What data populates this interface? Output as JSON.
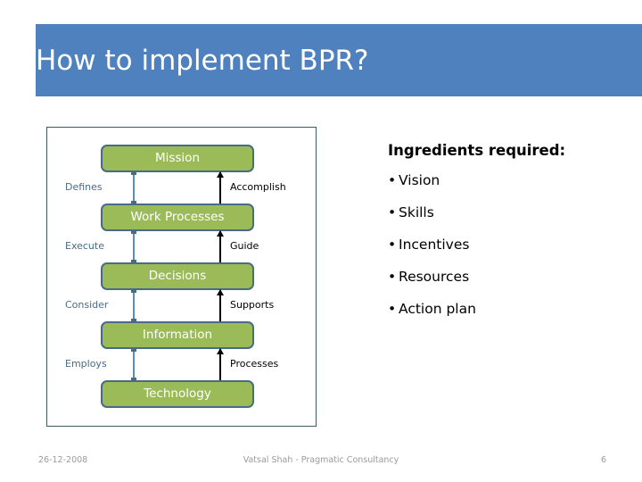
{
  "slide": {
    "title": "How to implement BPR?",
    "accent_color": "#4E81BD",
    "box_fill_color": "#9BBB59",
    "box_border_color": "#4A6B85",
    "left_label_color": "#4A6B85",
    "right_label_color": "#000000",
    "frame_border_color": "#3F5A66"
  },
  "diagram": {
    "boxes": [
      {
        "label": "Mission"
      },
      {
        "label": "Work Processes"
      },
      {
        "label": "Decisions"
      },
      {
        "label": "Information"
      },
      {
        "label": "Technology"
      }
    ],
    "left_labels": [
      {
        "label": "Defines"
      },
      {
        "label": "Execute"
      },
      {
        "label": "Consider"
      },
      {
        "label": "Employs"
      }
    ],
    "right_labels": [
      {
        "label": "Accomplish"
      },
      {
        "label": "Guide"
      },
      {
        "label": "Supports"
      },
      {
        "label": "Processes"
      }
    ]
  },
  "ingredients": {
    "heading": "Ingredients required:",
    "bullet_glyph": "•",
    "items": [
      {
        "label": "Vision"
      },
      {
        "label": "Skills"
      },
      {
        "label": "Incentives"
      },
      {
        "label": "Resources"
      },
      {
        "label": "Action plan"
      }
    ]
  },
  "footer": {
    "date": "26-12-2008",
    "center": "Vatsal Shah - Pragmatic Consultancy",
    "page_number": "6"
  }
}
